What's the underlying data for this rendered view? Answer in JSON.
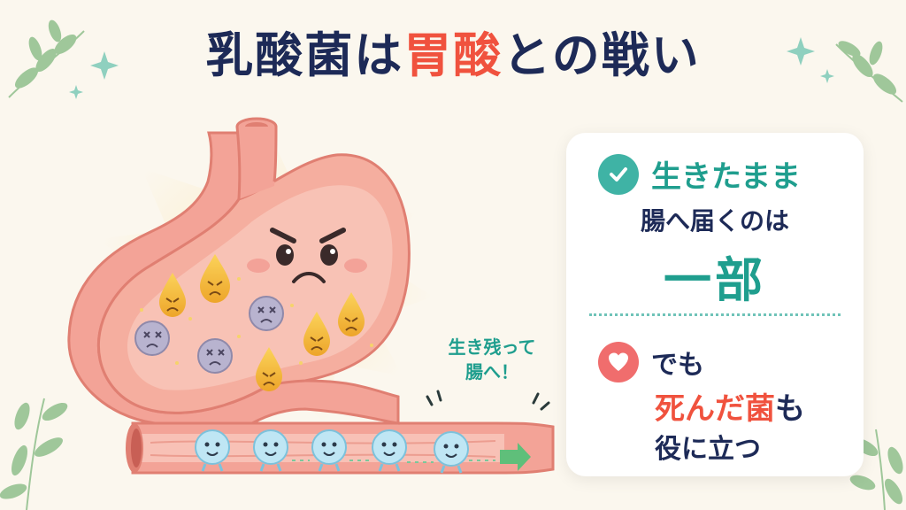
{
  "title": {
    "part1": "乳酸菌は",
    "accent": "胃酸",
    "part2": "との戦い"
  },
  "callout": {
    "line1": "生き残って",
    "line2": "腸へ！"
  },
  "card": {
    "line1": "生きたまま",
    "line2": "腸へ届くのは",
    "big": "一部",
    "line4": "でも",
    "line5_accent": "死んだ菌",
    "line5_rest": "も",
    "line6": "役に立つ"
  },
  "icons": [
    "check-icon",
    "heart-icon",
    "arrow-right-icon",
    "leaf-icon",
    "sparkle-icon"
  ],
  "colors": {
    "navy": "#1d2a57",
    "red": "#f0523e",
    "teal": "#1f9e8e",
    "stomach": "#f3a397",
    "acid": "#f2b12e",
    "bacteria": "#bfe6f4"
  }
}
